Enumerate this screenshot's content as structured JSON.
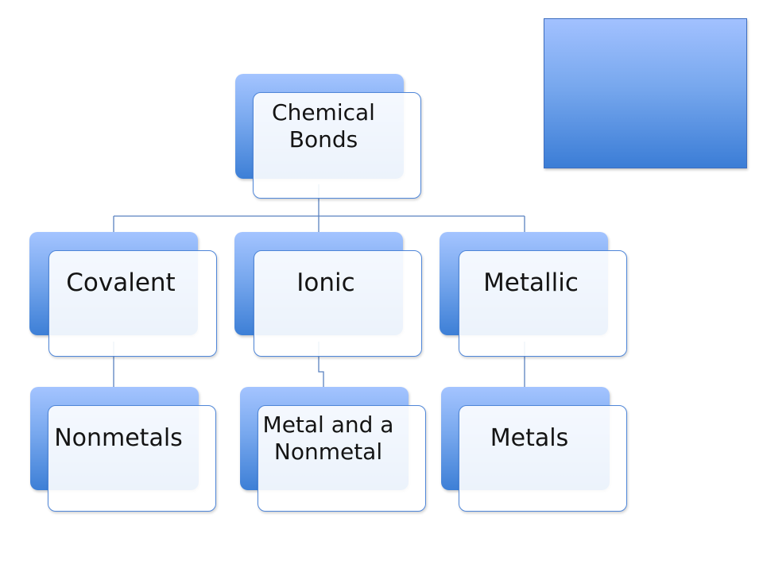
{
  "diagram": {
    "root": {
      "label": "Chemical\nBonds"
    },
    "branches": [
      {
        "label": "Covalent",
        "child": "Nonmetals"
      },
      {
        "label": "Ionic",
        "child": "Metal and a\nNonmetal"
      },
      {
        "label": "Metallic",
        "child": "Metals"
      }
    ]
  },
  "colors": {
    "box_gradient_top": "#a4c4ff",
    "box_gradient_bottom": "#3d7fd6",
    "box_border": "#4f86d8",
    "connector": "#5b82c0",
    "text": "#141414"
  }
}
